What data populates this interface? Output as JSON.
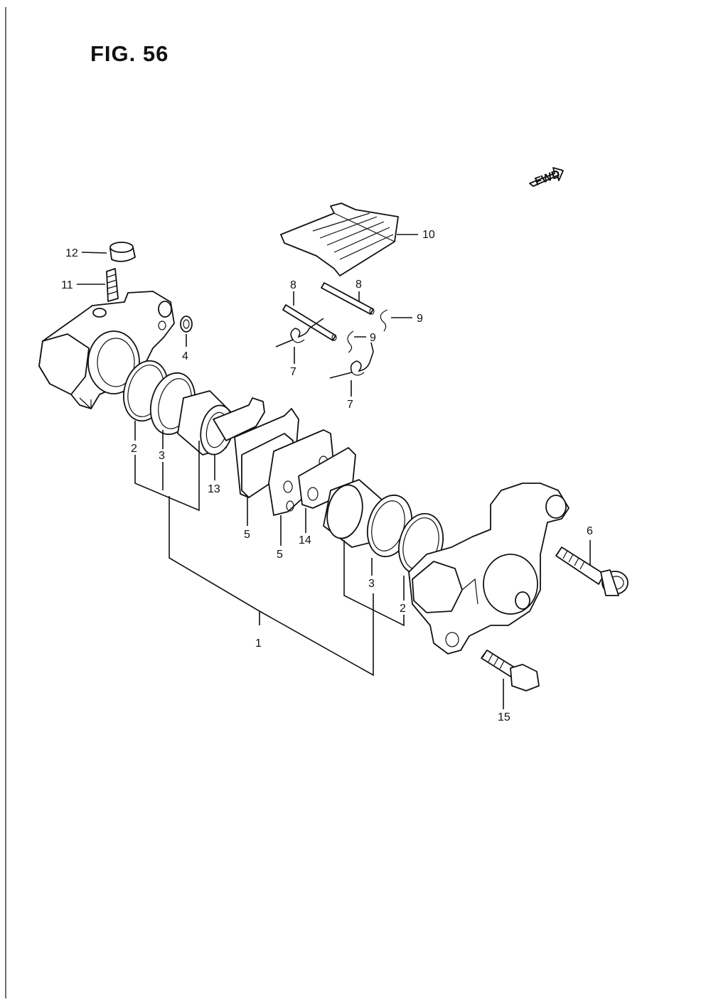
{
  "figure": {
    "title": "FIG. 56",
    "fwd_label": "FWD"
  },
  "callouts": [
    {
      "id": "c12",
      "label": "12"
    },
    {
      "id": "c11",
      "label": "11"
    },
    {
      "id": "c4",
      "label": "4"
    },
    {
      "id": "c10",
      "label": "10"
    },
    {
      "id": "c8a",
      "label": "8"
    },
    {
      "id": "c8b",
      "label": "8"
    },
    {
      "id": "c9a",
      "label": "9"
    },
    {
      "id": "c9b",
      "label": "9"
    },
    {
      "id": "c7a",
      "label": "7"
    },
    {
      "id": "c7b",
      "label": "7"
    },
    {
      "id": "c2a",
      "label": "2"
    },
    {
      "id": "c3a",
      "label": "3"
    },
    {
      "id": "c13",
      "label": "13"
    },
    {
      "id": "c5a",
      "label": "5"
    },
    {
      "id": "c5b",
      "label": "5"
    },
    {
      "id": "c14",
      "label": "14"
    },
    {
      "id": "c6",
      "label": "6"
    },
    {
      "id": "c3b",
      "label": "3"
    },
    {
      "id": "c2b",
      "label": "2"
    },
    {
      "id": "c1",
      "label": "1"
    },
    {
      "id": "c15",
      "label": "15"
    }
  ]
}
